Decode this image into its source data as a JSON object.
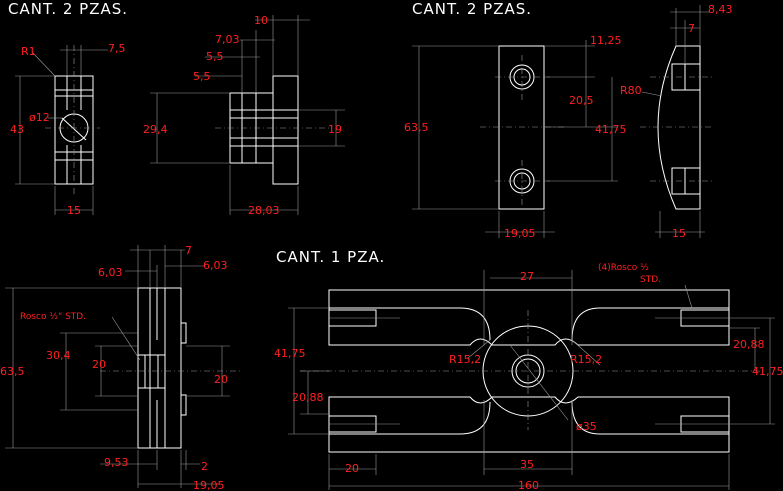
{
  "colors": {
    "background": "#000000",
    "outline": "#ffffff",
    "dimension_lines": "#9a9a9a",
    "dimension_text": "#ff2020"
  },
  "titles": {
    "top_left": "CANT. 2 PZAS.",
    "top_right": "CANT. 2 PZAS.",
    "middle": "CANT. 1 PZA."
  },
  "part_a": {
    "front": {
      "r1": "R1",
      "d7_5": "7,5",
      "dia12": "ø12",
      "h43": "43",
      "w15": "15"
    },
    "side": {
      "d10": "10",
      "d7_03": "7,03",
      "d5_5a": "5,5",
      "d5_5b": "5,5",
      "h29_4": "29,4",
      "h19": "19",
      "w28_03": "28,03"
    }
  },
  "part_b": {
    "front": {
      "d11_25": "11,25",
      "h63_5": "63,5",
      "d20_5": "20,5",
      "d41_75": "41,75",
      "w19_05": "19,05"
    },
    "side": {
      "d8_43": "8,43",
      "d7": "7",
      "r80": "R80",
      "w15": "15"
    }
  },
  "part_c": {
    "side": {
      "d7": "7",
      "d6_03a": "6,03",
      "d6_03b": "6,03",
      "rosco": "Rosco ½\" STD.",
      "h63_5": "63,5",
      "h30_4": "30,4",
      "h20a": "20",
      "h20b": "20",
      "w9_53": "9,53",
      "w2": "2",
      "w19_05": "19,05"
    },
    "top": {
      "d27": "27",
      "rosco4": "(4)Rosco ½",
      "std": "STD.",
      "h41_75l": "41,75",
      "r15_2l": "R15,2",
      "r15_2r": "R15,2",
      "h20_88r": "20,88",
      "h41_75r": "41,75",
      "h20_88l": "20,88",
      "dia35": "ø35",
      "w20": "20",
      "w35": "35",
      "w160": "160"
    }
  }
}
